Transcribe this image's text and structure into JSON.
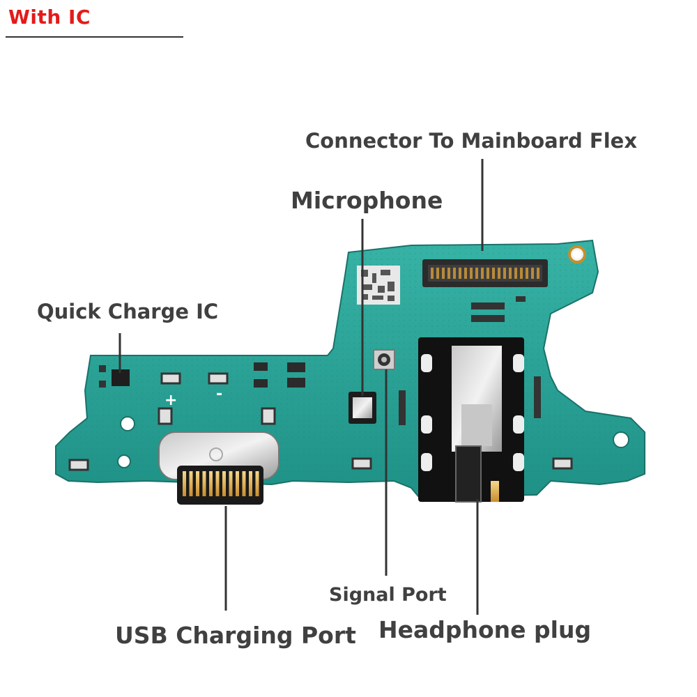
{
  "badge": {
    "text": "With IC",
    "color": "#e31b1b"
  },
  "labels": {
    "connector": "Connector To Mainboard Flex",
    "microphone": "Microphone",
    "quick_charge": "Quick Charge IC",
    "signal_port": "Signal Port",
    "usb_port": "USB Charging Port",
    "headphone": "Headphone plug"
  },
  "board": {
    "pcb_color": "#2aa69a",
    "pcb_edge_color": "#1d7f76",
    "pad_color": "#d9d9d9",
    "silkscreen_plus": "+",
    "silkscreen_minus": "-"
  }
}
